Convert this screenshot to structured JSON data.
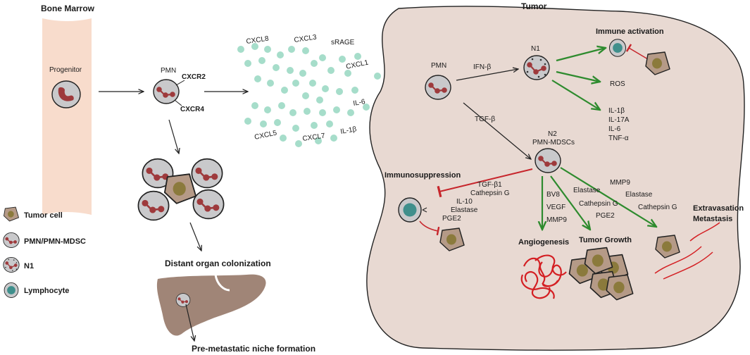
{
  "colors": {
    "tumor_bg": "#e8d9d2",
    "bone": "#f8dccc",
    "nucleus": "#9e3a3c",
    "cell_fill": "#c9c9cb",
    "tumor_cell": "#b59a87",
    "tumor_nucleus": "#8b7a3c",
    "lymph_nucleus": "#3f8f8c",
    "dots": "#a6ddca",
    "green_arrow": "#2e8b2e",
    "red_inhibit": "#c7262c",
    "liver": "#a08577"
  },
  "titles": {
    "bone_marrow": "Bone Marrow",
    "tumor": "Tumor",
    "progenitor": "Progenitor",
    "pmn_left": "PMN",
    "cxcr2": "CXCR2",
    "cxcr4": "CXCR4",
    "distant_organ": "Distant organ colonization",
    "pre_metastatic": "Pre-metastatic niche formation"
  },
  "chemokines": {
    "cxcl8": "CXCL8",
    "cxcl3": "CXCL3",
    "srage": "sRAGE",
    "cxcl1": "CXCL1",
    "il6": "IL-6",
    "cxcl5": "CXCL5",
    "cxcl7": "CXCL7",
    "il1b": "IL-1β"
  },
  "tumor": {
    "pmn": "PMN",
    "ifn_b": "IFN-β",
    "tgf_b": "TGF-β",
    "n1": "N1",
    "immune_activation": "Immune activation",
    "ros": "ROS",
    "n1_cytokines": [
      "IL-1β",
      "IL-17A",
      "IL-6",
      "TNF-α"
    ],
    "n2": "N2",
    "pmn_mdscs": "PMN-MDSCs",
    "immunosuppression": "Immunosuppression",
    "immuno_factors": [
      "TGF-β1",
      "Cathepsin G",
      "IL-10",
      "Elastase",
      "PGE2"
    ],
    "angio_factors": [
      "BV8",
      "VEGF",
      "MMP9"
    ],
    "growth_factors": [
      "Elastase",
      "Cathepsin G",
      "PGE2"
    ],
    "meta_factors": [
      "MMP9",
      "Elastase",
      "Cathepsin G"
    ],
    "angiogenesis": "Angiogenesis",
    "tumor_growth": "Tumor Growth",
    "extravasation": "Extravasation",
    "metastasis": "Metastasis"
  },
  "legend": [
    {
      "label": "Tumor cell",
      "icon": "tumor-cell-icon"
    },
    {
      "label": "PMN/PMN-MDSC",
      "icon": "pmn-icon"
    },
    {
      "label": "N1",
      "icon": "n1-icon"
    },
    {
      "label": "Lymphocyte",
      "icon": "lymphocyte-icon"
    }
  ]
}
